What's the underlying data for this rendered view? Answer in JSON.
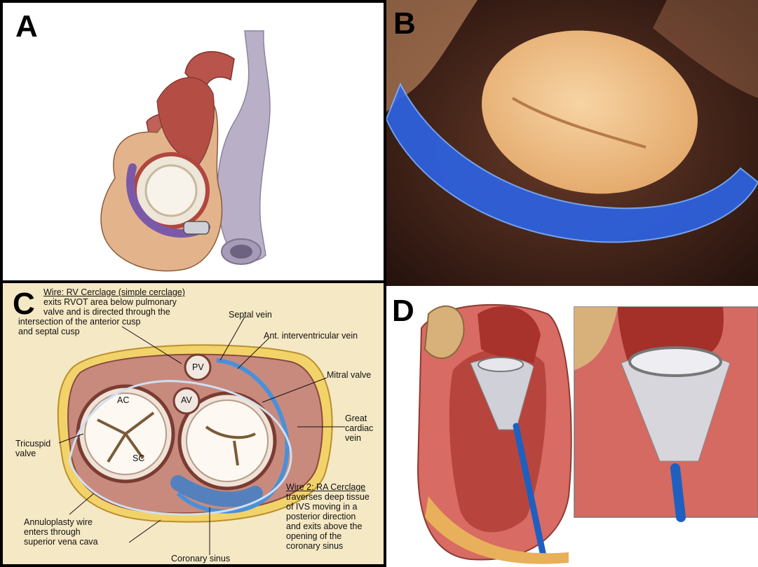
{
  "panels": {
    "a": {
      "letter": "A"
    },
    "b": {
      "letter": "B"
    },
    "c": {
      "letter": "C"
    },
    "d": {
      "letter": "D"
    }
  },
  "diagram_c": {
    "wire1_title": "Wire: RV Cerclage (simple cerclage)",
    "wire1_desc": [
      "exits RVOT area below pulmonary",
      "valve and is directed through the",
      "intersection of the anterior cusp",
      "and septal cusp"
    ],
    "septal_vein": "Septal vein",
    "ant_interventricular_vein": "Ant. interventricular vein",
    "mitral_valve": "Mitral valve",
    "great_cardiac_vein": [
      "Great",
      "cardiac",
      "vein"
    ],
    "pv": "PV",
    "ac": "AC",
    "av": "AV",
    "sc": "SC",
    "tricuspid_valve": [
      "Tricuspid",
      "valve"
    ],
    "wire2_title": "Wire 2: RA Cerclage",
    "wire2_desc": [
      "traverses deep tissue",
      "of IVS moving in a",
      "posterior direction",
      "and exits above the",
      "opening of the",
      "coronary sinus"
    ],
    "annuloplasty": [
      "Annuloplasty wire",
      "enters through",
      "superior vena cava"
    ],
    "coronary_sinus": "Coronary sinus"
  },
  "colors": {
    "border": "#000000",
    "panel_c_bg": "#f5e8c4",
    "vein_blue": "#4a90d9",
    "device_blue": "#2f6fe0",
    "heart_red": "#c8524a"
  }
}
